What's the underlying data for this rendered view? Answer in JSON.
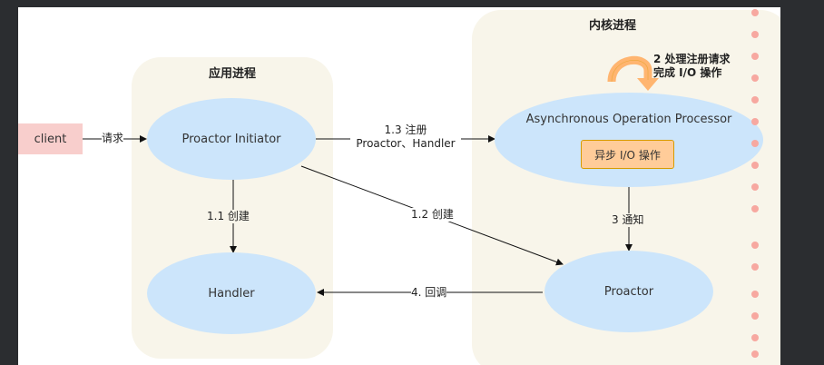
{
  "regions": {
    "app_process_title": "应用进程",
    "kernel_process_title": "内核进程"
  },
  "nodes": {
    "client": "client",
    "proactor_initiator": "Proactor Initiator",
    "handler": "Handler",
    "async_processor": "Asynchronous Operation Processor",
    "async_io_chip": "异步 I/O 操作",
    "proactor": "Proactor"
  },
  "edges": {
    "request": "请求",
    "register_line1": "1.3 注册",
    "register_line2": "Proactor、Handler",
    "create_handler": "1.1 创建",
    "create_proactor": "1.2 创建",
    "notify": "3 通知",
    "callback": "4. 回调",
    "process_line1": "2 处理注册请求",
    "process_line2": "完成 I/O 操作"
  },
  "colors": {
    "node_fill": "#cce5fb",
    "region_fill": "#f8f5ea",
    "client_fill": "#f8cecc",
    "chip_fill": "#ffcc99",
    "loop_arrow": "#ffb570"
  }
}
